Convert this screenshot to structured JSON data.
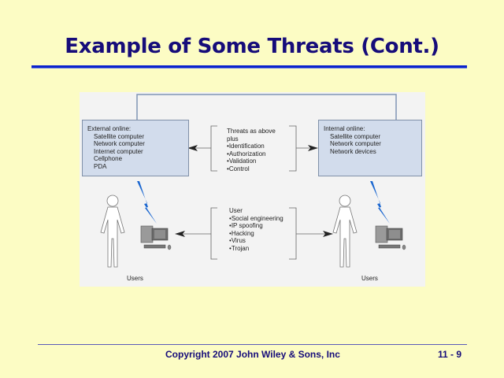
{
  "slide": {
    "title": "Example of Some Threats (Cont.)",
    "footer": {
      "copyright": "Copyright 2007 John Wiley & Sons, Inc",
      "page_number": "11 - 9"
    },
    "colors": {
      "background": "#fcfcc4",
      "title": "#160c7a",
      "title_rule": "#0a22cc",
      "box_fill": "#d2dcec",
      "lightning": "#1a66d0"
    }
  },
  "diagram": {
    "external_box": {
      "heading": "External online:",
      "items": [
        "Satellite computer",
        "Network computer",
        "Internet computer",
        "Cellphone",
        "PDA"
      ]
    },
    "internal_box": {
      "heading": "Internal online:",
      "items": [
        "Satellite computer",
        "Network computer",
        "Network devices"
      ]
    },
    "online_threats": {
      "heading_line1": "Threats as above",
      "heading_line2": "plus",
      "items": [
        "Identification",
        "Authorization",
        "Validation",
        "Control"
      ]
    },
    "user_threats": {
      "heading": "User",
      "items": [
        "Social engineering",
        "IP spoofing",
        "Hacking",
        "Virus",
        "Trojan"
      ]
    },
    "left_users_label": "Users",
    "right_users_label": "Users",
    "icons": [
      "person-icon",
      "computer-icon",
      "lightning-icon",
      "arrow-icon"
    ]
  }
}
